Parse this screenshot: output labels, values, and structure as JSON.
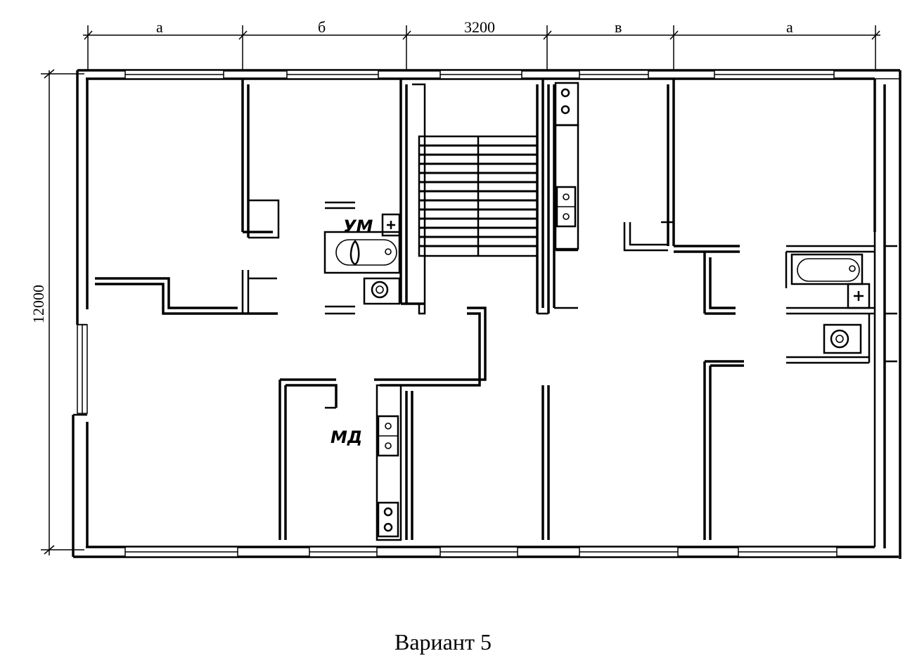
{
  "dimensions": {
    "top": [
      "а",
      "б",
      "3200",
      "в",
      "а"
    ],
    "left": "12000"
  },
  "labels": {
    "bathroom": "УМ",
    "kitchen": "МД"
  },
  "caption": "Вариант 5"
}
